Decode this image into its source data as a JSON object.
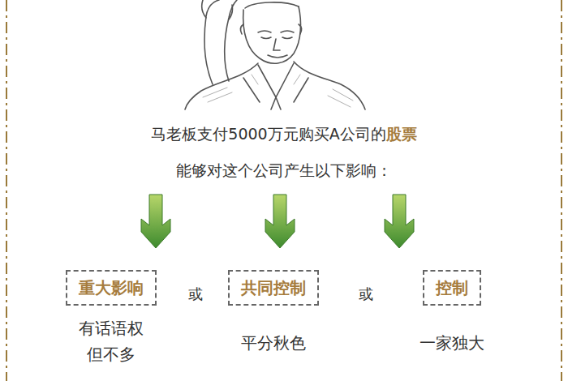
{
  "diagram": {
    "nodes": [
      {
        "text": [
          "重大影响",
          "有话语权 但不多"
        ]
      },
      {
        "text": [
          "共同控制",
          "平分秋色"
        ]
      },
      {
        "text": [
          "控制",
          "一家独大"
        ]
      }
    ],
    "labels": [
      "马老板支付5000万元购买A公司的",
      "股票",
      "能够对这个公司产生以下影响：",
      "或",
      "或"
    ]
  }
}
